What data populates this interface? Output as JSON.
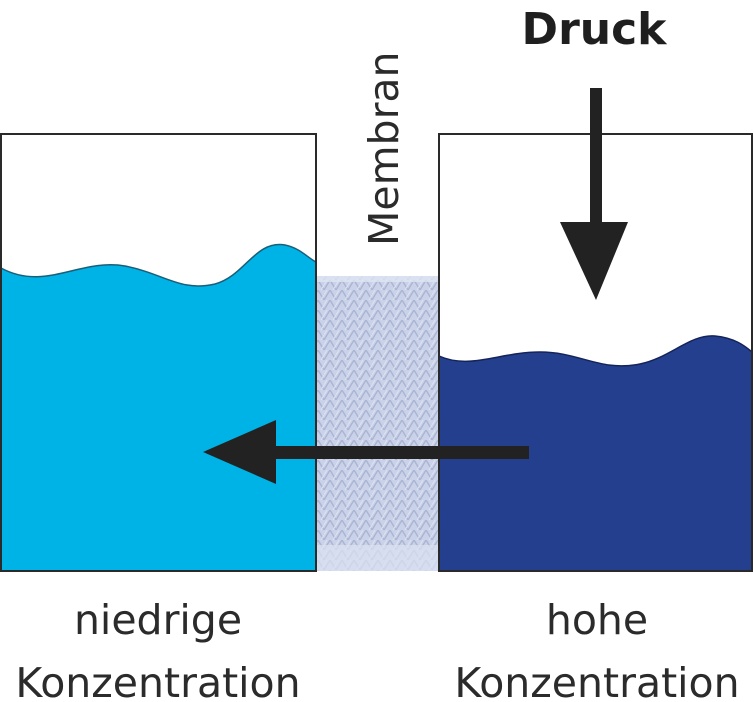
{
  "labels": {
    "pressure": "Druck",
    "membrane": "Membran",
    "left_line1": "niedrige",
    "left_line2": "Konzentration",
    "right_line1": "hohe",
    "right_line2": "Konzentration"
  },
  "colors": {
    "low_concentration_water": "#00b3e6",
    "high_concentration_water": "#243f8e",
    "membrane": "#c6cfe6",
    "container_outline": "#2a2a2a",
    "arrow": "#222222"
  },
  "icons": {
    "pressure_arrow": "arrow-down-icon",
    "flow_arrow": "arrow-left-icon"
  }
}
